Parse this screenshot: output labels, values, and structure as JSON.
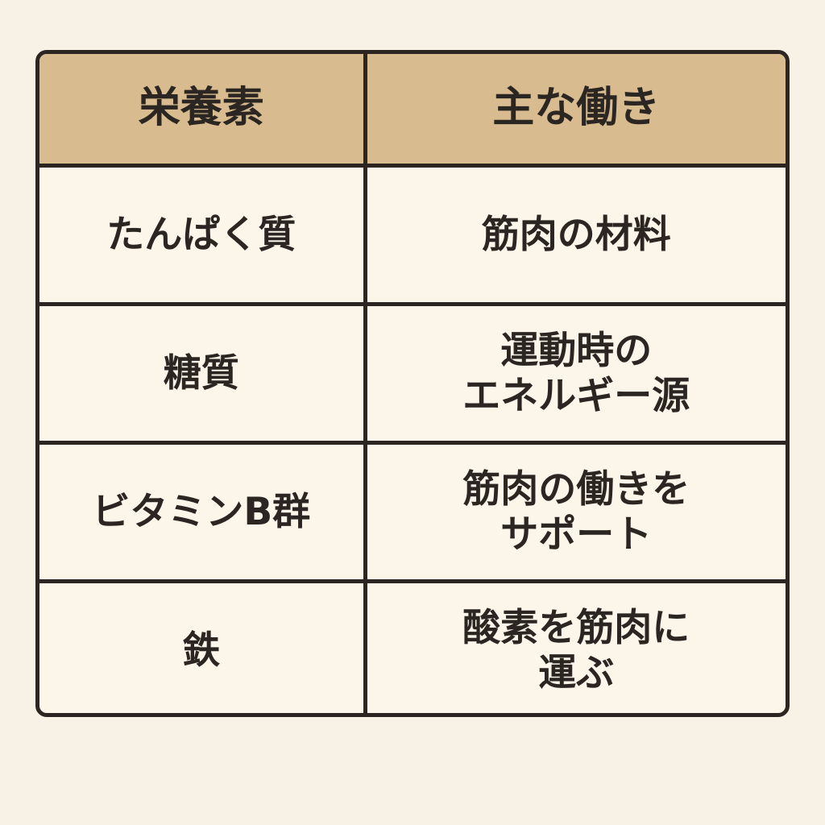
{
  "table": {
    "headers": [
      "栄養素",
      "主な働き"
    ],
    "rows": [
      {
        "nutrient": "たんぱく質",
        "function_lines": [
          "筋肉の材料"
        ]
      },
      {
        "nutrient": "糖質",
        "function_lines": [
          "運動時の",
          "エネルギー源"
        ]
      },
      {
        "nutrient": "ビタミンB群",
        "function_lines": [
          "筋肉の働きを",
          "サポート"
        ]
      },
      {
        "nutrient": "鉄",
        "function_lines": [
          "酸素を筋肉に",
          "運ぶ"
        ]
      }
    ]
  },
  "colors": {
    "background": "#f8f2e6",
    "header_fill": "#d8bc90",
    "cell_fill": "#fbf5ea",
    "border": "#2b2622",
    "text": "#2b2622"
  }
}
